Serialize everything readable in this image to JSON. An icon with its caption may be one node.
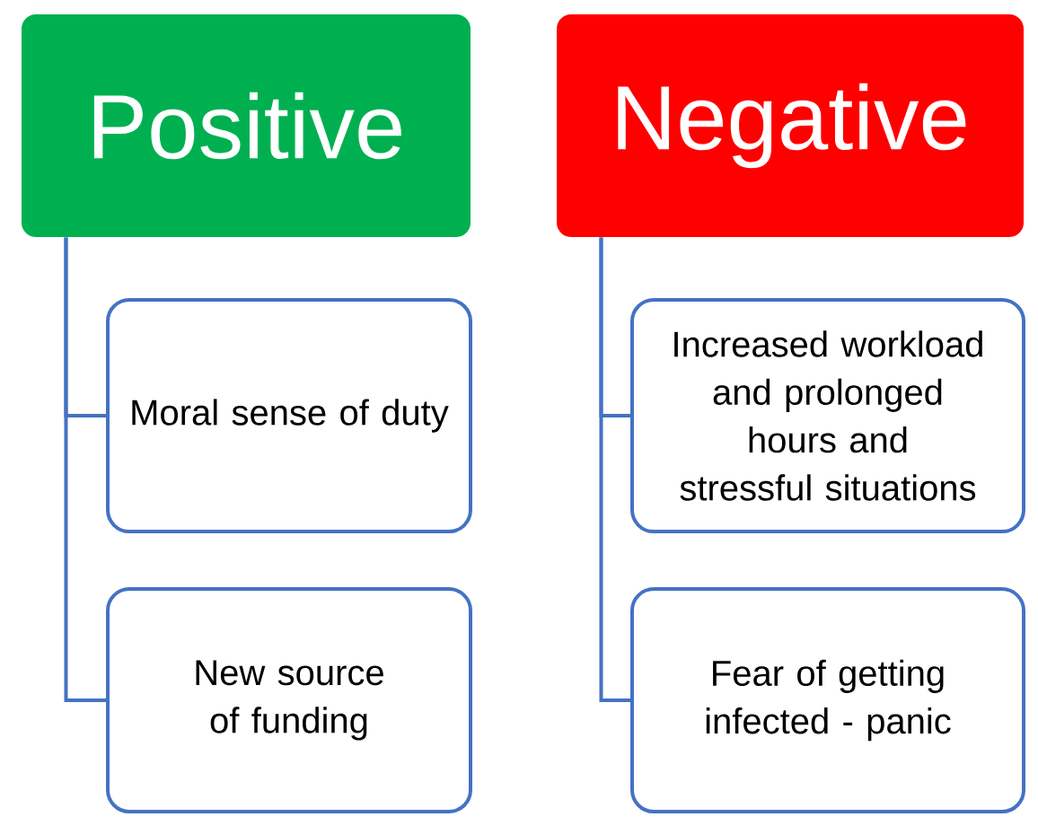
{
  "diagram": {
    "nodes": [
      {
        "text": [
          "Positive"
        ]
      },
      {
        "text": [
          "Moral sense of duty"
        ]
      },
      {
        "text": [
          "New source of funding"
        ]
      },
      {
        "text": [
          "Negative"
        ]
      },
      {
        "text": [
          "Increased workload and prolonged hours and stressful situations"
        ]
      },
      {
        "text": [
          "Fear of getting infected - panic"
        ]
      }
    ],
    "edges": [
      {
        "from": 0,
        "to": 1,
        "arrow": "none"
      },
      {
        "from": 0,
        "to": 2,
        "arrow": "none"
      },
      {
        "from": 3,
        "to": 4,
        "arrow": "none"
      },
      {
        "from": 3,
        "to": 5,
        "arrow": "none"
      }
    ]
  }
}
